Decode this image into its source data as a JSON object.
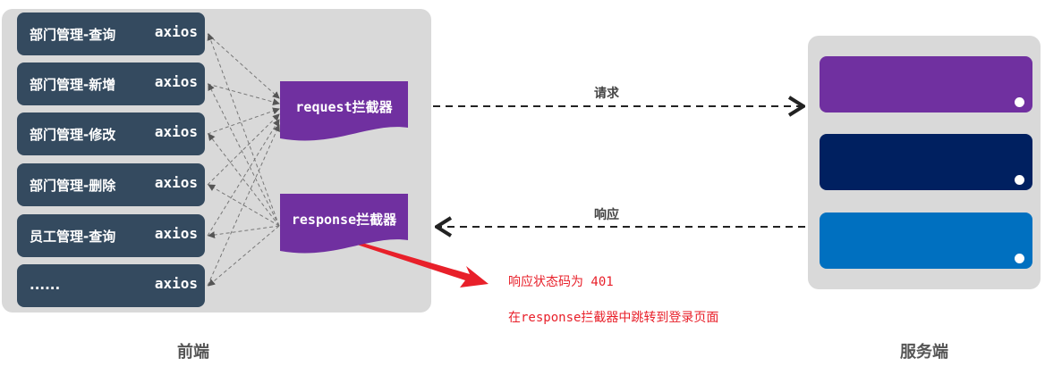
{
  "frontend": {
    "label": "前端",
    "modules": [
      {
        "name": "部门管理-查询",
        "lib": "axios"
      },
      {
        "name": "部门管理-新增",
        "lib": "axios"
      },
      {
        "name": "部门管理-修改",
        "lib": "axios"
      },
      {
        "name": "部门管理-删除",
        "lib": "axios"
      },
      {
        "name": "员工管理-查询",
        "lib": "axios"
      },
      {
        "name": "......",
        "lib": "axios"
      }
    ],
    "request_interceptor": "request拦截器",
    "response_interceptor": "response拦截器"
  },
  "arrows": {
    "request": "请求",
    "response": "响应"
  },
  "annotation": {
    "line1": "响应状态码为 401",
    "line2": "在response拦截器中跳转到登录页面"
  },
  "server": {
    "label": "服务端",
    "colors": [
      "#7030a0",
      "#002060",
      "#0070c0"
    ]
  }
}
